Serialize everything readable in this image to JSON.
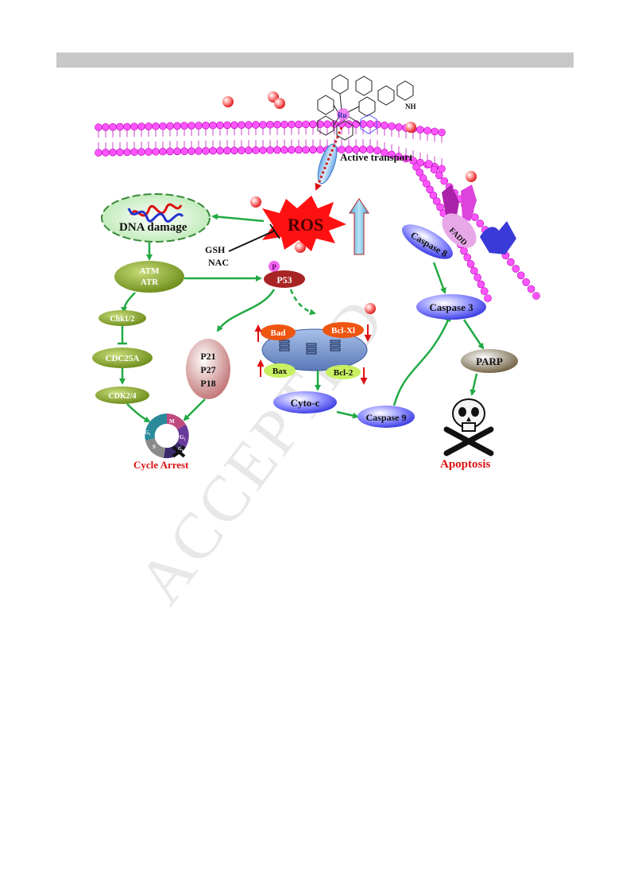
{
  "page": {
    "watermark": "ACCEPTED"
  },
  "diagram": {
    "complex": {
      "metal": "Ru",
      "nh": "NH"
    },
    "membrane_label": "Active transport",
    "ros": "ROS",
    "dna_damage": "DNA damage",
    "scavengers": [
      "GSH",
      "NAC"
    ],
    "atm_atr": [
      "ATM",
      "ATR"
    ],
    "p_badge": "P",
    "p53": "P53",
    "chk": "Chk1/2",
    "cdc25a": "CDC25A",
    "cdk": "CDK2/4",
    "p_inhibitors": [
      "P21",
      "P27",
      "P18"
    ],
    "cycle_phases": [
      "G₁",
      "M",
      "G₂",
      "S",
      "G₀"
    ],
    "cycle_arrest": "Cycle Arrest",
    "bcl_family": {
      "bad": "Bad",
      "bclxl": "Bcl-Xl",
      "bax": "Bax",
      "bcl2": "Bcl-2"
    },
    "cyto_c": "Cyto-c",
    "caspase9": "Caspase 9",
    "fadd": "FADD",
    "caspase8": "Caspase 8",
    "caspase3": "Caspase 3",
    "parp": "PARP",
    "apoptosis": "Apoptosis",
    "colors": {
      "membrane": "#ff55ff",
      "arrow_green": "#22aa44",
      "olive_node": "#7a9a28",
      "ros_red": "#ff1111",
      "label_red": "#dd1111",
      "caspase_blue": "#5a5af0"
    }
  }
}
